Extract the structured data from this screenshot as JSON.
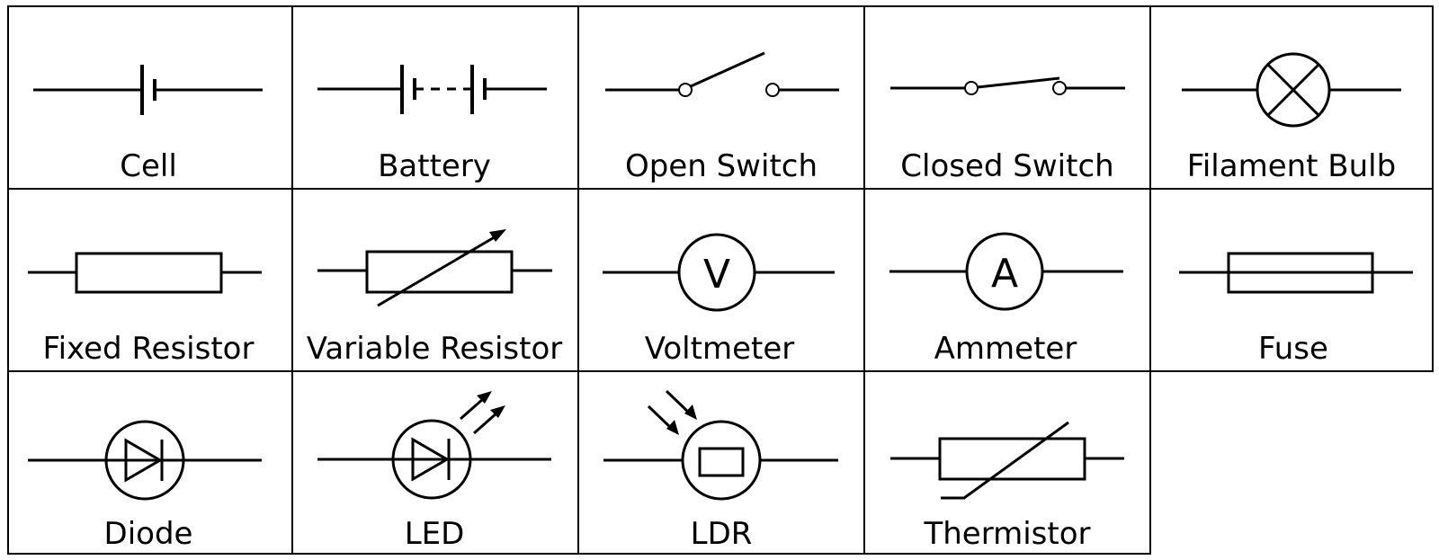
{
  "symbols": [
    {
      "id": "cell",
      "label": "Cell"
    },
    {
      "id": "battery",
      "label": "Battery"
    },
    {
      "id": "open-switch",
      "label": "Open Switch"
    },
    {
      "id": "closed-switch",
      "label": "Closed Switch"
    },
    {
      "id": "filament-bulb",
      "label": "Filament Bulb"
    },
    {
      "id": "fixed-resistor",
      "label": "Fixed Resistor"
    },
    {
      "id": "variable-resistor",
      "label": "Variable Resistor"
    },
    {
      "id": "voltmeter",
      "label": "Voltmeter",
      "letter": "V"
    },
    {
      "id": "ammeter",
      "label": "Ammeter",
      "letter": "A"
    },
    {
      "id": "fuse",
      "label": "Fuse"
    },
    {
      "id": "diode",
      "label": "Diode"
    },
    {
      "id": "led",
      "label": "LED"
    },
    {
      "id": "ldr",
      "label": "LDR"
    },
    {
      "id": "thermistor",
      "label": "Thermistor"
    }
  ],
  "colors": {
    "stroke": "#000000",
    "background": "#ffffff"
  }
}
